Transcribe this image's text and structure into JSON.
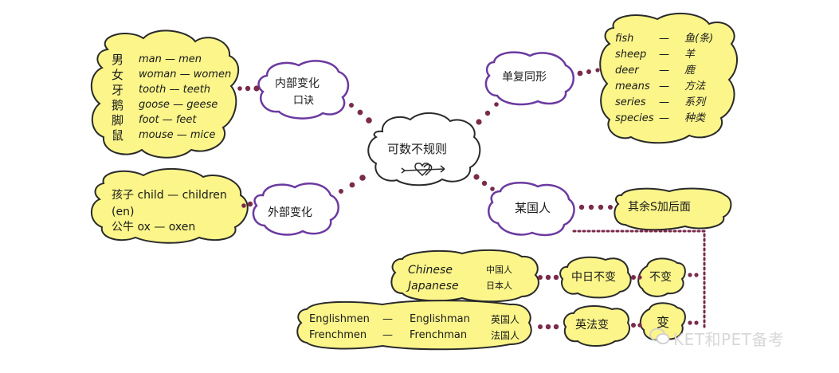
{
  "colors": {
    "yellow_fill": "#fbf58a",
    "purple_stroke": "#6b3aa0",
    "dot_color": "#7a2a4a",
    "outline": "#2a2a2a"
  },
  "center": {
    "title": "可数不规则"
  },
  "internal": {
    "label_line1": "内部变化",
    "label_line2": "口诀",
    "mnemonic": [
      "男",
      "女",
      "牙",
      "鹅",
      "脚",
      "鼠"
    ],
    "pairs": [
      "man — men",
      "woman — women",
      "tooth — teeth",
      "goose — geese",
      "foot — feet",
      "mouse — mice"
    ]
  },
  "external": {
    "label": "外部变化",
    "line1": "孩子  child — children",
    "line2": "(en)",
    "line3": "公牛  ox — oxen"
  },
  "same_form": {
    "label": "单复同形",
    "items": [
      {
        "en": "fish",
        "cn": "鱼(条)"
      },
      {
        "en": "sheep",
        "cn": "羊"
      },
      {
        "en": "deer",
        "cn": "鹿"
      },
      {
        "en": "means",
        "cn": "方法"
      },
      {
        "en": "series",
        "cn": "系列"
      },
      {
        "en": "species",
        "cn": "种类"
      }
    ]
  },
  "nationality": {
    "label": "某国人",
    "rest_rule": "其余S加后面",
    "unchanged_rule": "中日不变",
    "unchanged": "不变",
    "change_rule": "英法变",
    "change": "变",
    "ch_jp": [
      {
        "en": "Chinese",
        "cn": "中国人"
      },
      {
        "en": "Japanese",
        "cn": "日本人"
      }
    ],
    "en_fr": [
      {
        "plural": "Englishmen",
        "singular": "Englishman",
        "cn": "英国人"
      },
      {
        "plural": "Frenchmen",
        "singular": "Frenchman",
        "cn": "法国人"
      }
    ]
  },
  "watermark": {
    "text": "KET和PET备考"
  }
}
